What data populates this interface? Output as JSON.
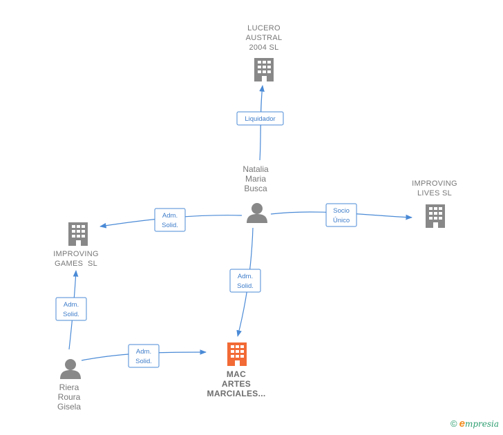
{
  "nodes": {
    "lucero": {
      "lines": [
        "LUCERO",
        "AUSTRAL",
        "2004 SL"
      ],
      "kind": "company",
      "color": "#888888"
    },
    "natalia": {
      "lines": [
        "Natalia",
        "Maria",
        "Busca"
      ],
      "kind": "person",
      "color": "#888888"
    },
    "improving_lives": {
      "lines": [
        "IMPROVING",
        "LIVES SL"
      ],
      "kind": "company",
      "color": "#888888"
    },
    "improving_games": {
      "lines": [
        "IMPROVING",
        "GAMES  SL"
      ],
      "kind": "company",
      "color": "#888888"
    },
    "mac": {
      "lines": [
        "MAC",
        "ARTES",
        "MARCIALES..."
      ],
      "kind": "company",
      "color": "#f26a35"
    },
    "riera": {
      "lines": [
        "Riera",
        "Roura",
        "Gisela"
      ],
      "kind": "person",
      "color": "#888888"
    }
  },
  "edges": [
    {
      "id": "natalia-lucero",
      "label": [
        "Liquidador"
      ]
    },
    {
      "id": "natalia-games",
      "label": [
        "Adm.",
        "Solid."
      ]
    },
    {
      "id": "natalia-lives",
      "label": [
        "Socio",
        "Único"
      ]
    },
    {
      "id": "natalia-mac",
      "label": [
        "Adm.",
        "Solid."
      ]
    },
    {
      "id": "riera-games",
      "label": [
        "Adm.",
        "Solid."
      ]
    },
    {
      "id": "riera-mac",
      "label": [
        "Adm.",
        "Solid."
      ]
    }
  ],
  "footer": {
    "copyright": "©",
    "brand_initial": "e",
    "brand_rest": "mpresia"
  },
  "colors": {
    "edge": "#4a8ad6",
    "company": "#888888",
    "focus_company": "#f26a35",
    "brand": "#2a9d6f"
  }
}
